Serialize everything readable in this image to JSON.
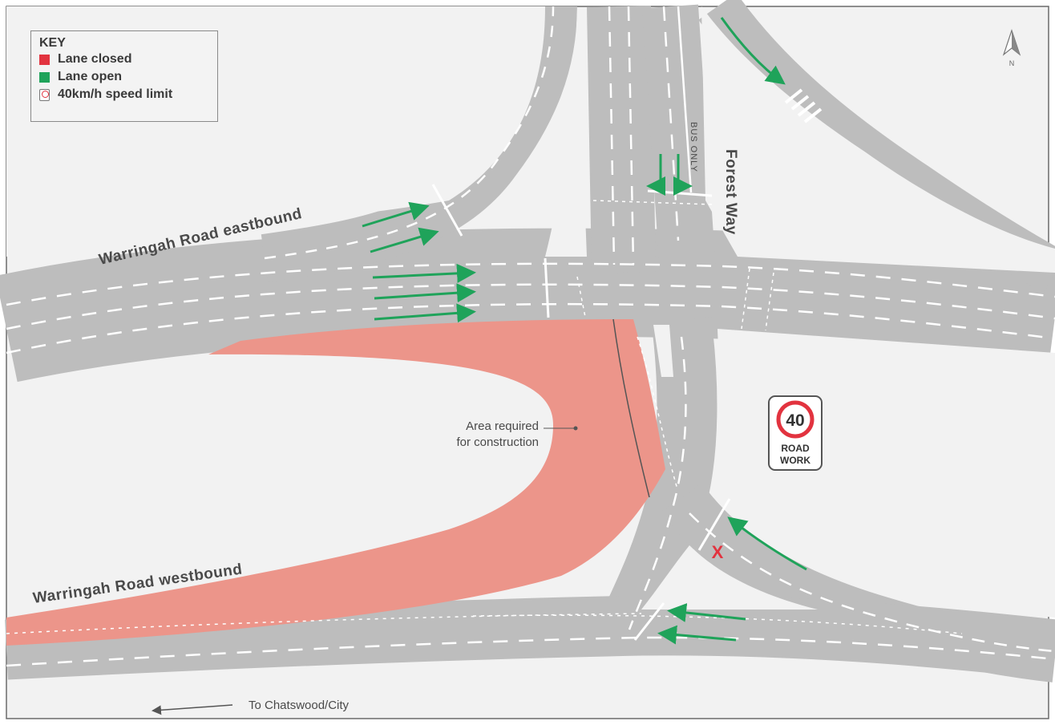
{
  "key": {
    "title": "KEY",
    "items": [
      {
        "label": "Lane closed",
        "color": "#e2333f"
      },
      {
        "label": "Lane open",
        "color": "#1fa35a"
      },
      {
        "label": "40km/h speed limit",
        "icon": "speed-sign-icon"
      }
    ]
  },
  "roads": {
    "eastbound": "Warringah Road eastbound",
    "westbound": "Warringah Road westbound",
    "forest_way": "Forest Way",
    "bus_only": "BUS ONLY"
  },
  "annotation": {
    "line1": "Area required",
    "line2": "for construction"
  },
  "sign": {
    "speed": "40",
    "line1": "ROAD",
    "line2": "WORK"
  },
  "direction": {
    "label": "To Chatswood/City"
  },
  "compass": {
    "label": "N"
  },
  "closed_marker": "X",
  "colors": {
    "background": "#f2f2f2",
    "road": "#bdbdbd",
    "lane_marking": "#ffffff",
    "construction_area": "#ec958a",
    "lane_open": "#1fa35a",
    "lane_closed": "#e2333f",
    "text": "#4a4a4a"
  }
}
